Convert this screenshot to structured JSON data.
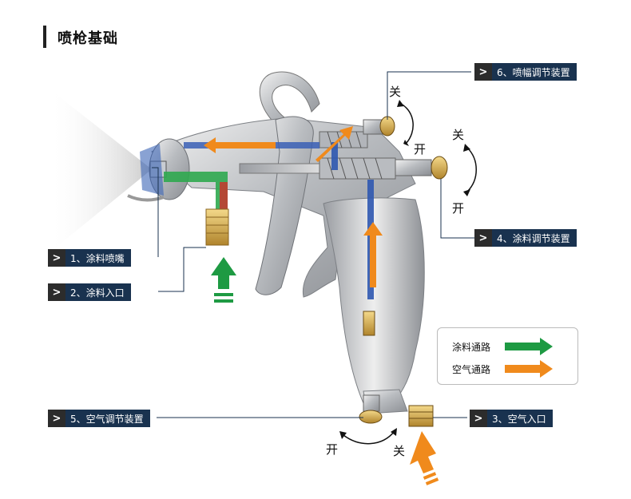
{
  "title": "喷枪基础",
  "labels": {
    "l1": "1、涂料喷嘴",
    "l2": "2、涂料入口",
    "l3": "3、空气入口",
    "l4": "4、涂料调节装置",
    "l5": "5、空气调节装置",
    "l6": "6、喷幅调节装置"
  },
  "rotation": {
    "close": "关",
    "open": "开"
  },
  "legend": {
    "paint": "涂料通路",
    "air": "空气通路"
  },
  "colors": {
    "paint_arrow": "#1e9a43",
    "air_arrow": "#f08a1c",
    "label_bg": "#19324f"
  }
}
